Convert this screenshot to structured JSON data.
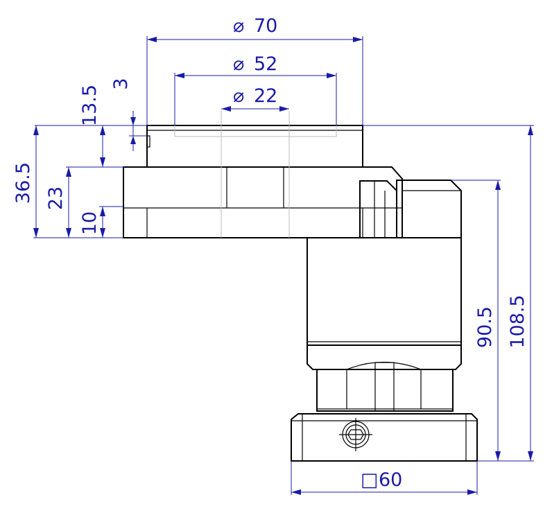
{
  "dimensions": {
    "top_outer_diameter": "70",
    "middle_diameter": "52",
    "inner_diameter": "22",
    "flange_height": "13.5",
    "step_height": "3",
    "upper_total_height": "36.5",
    "body_height": "23",
    "base_height": "10",
    "motor_side_height": "90.5",
    "overall_height": "108.5",
    "square_base": "60"
  },
  "symbols": {
    "diameter": "⌀",
    "square": "□"
  },
  "colors": {
    "dimension": "#1a1aa8",
    "outline": "#000000",
    "hidden_line": "#bdbdbd"
  }
}
